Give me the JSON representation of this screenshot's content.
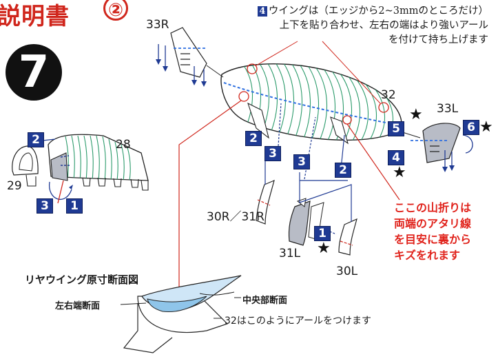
{
  "header": {
    "title_fragment": "説明書",
    "part_number": "②"
  },
  "step": {
    "number": "7"
  },
  "instruction_note": {
    "badge": "4",
    "lines": [
      "ウイングは（エッジから2~3mmのところだけ）",
      "上下を貼り合わせ、左右の端はより強いアール",
      "を付けて持ち上げます"
    ]
  },
  "part_labels": {
    "p33r": "33R",
    "p32": "32",
    "p33l": "33L",
    "p28": "28",
    "p29": "29",
    "p30r31r": "30R／31R",
    "p31l": "31L",
    "p30l": "30L"
  },
  "step_badges": {
    "b2_left": "2",
    "b3_left": "3",
    "b1_left": "1",
    "b2_mid": "2",
    "b3_mid": "3",
    "b3_mid2": "3",
    "b2_mid2": "2",
    "b5": "5",
    "b4": "4",
    "b6": "6",
    "b1_bottom": "1"
  },
  "star_glyph": "★",
  "fold_note": {
    "lines": [
      "ここの山折りは",
      "両端のアタリ線",
      "を目安に裏から",
      "キズをれます"
    ]
  },
  "cross_section": {
    "title": "リヤウイング原寸断面図",
    "left_label": "左右端断面",
    "center_label": "中央部断面",
    "note": "32はこのようにアールをつけます"
  },
  "colors": {
    "accent_red": "#d0261c",
    "badge_blue": "#1f3a93",
    "stripe_green": "#2a9a6a",
    "part_gray": "#b8bcc6"
  }
}
